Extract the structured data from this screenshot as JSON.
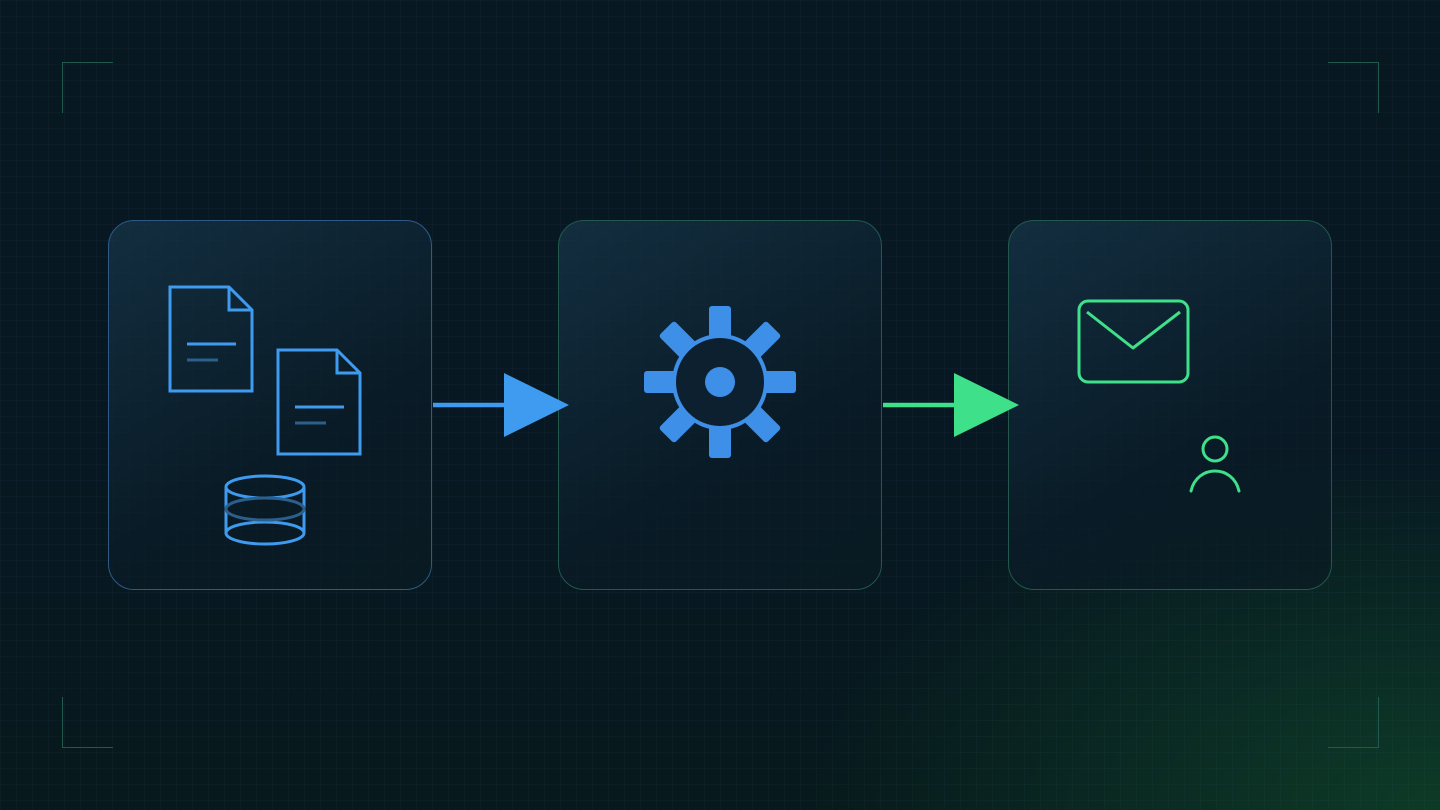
{
  "colors": {
    "background": "#071822",
    "input_blue": "#3e9bef",
    "input_box_border": "#2d5b86",
    "output_green": "#3fe08a",
    "box_border_green": "#23584c",
    "corner_bracket": "#1f5a4c"
  },
  "stages": [
    {
      "role": "input",
      "icons": [
        "document-icon",
        "document-icon",
        "database-icon"
      ]
    },
    {
      "role": "process",
      "icons": [
        "gear-icon"
      ]
    },
    {
      "role": "output",
      "icons": [
        "mail-icon",
        "user-icon"
      ]
    }
  ],
  "connectors": [
    {
      "from": "input",
      "to": "process",
      "color": "#3e9bef"
    },
    {
      "from": "process",
      "to": "output",
      "color": "#3fe08a"
    }
  ]
}
